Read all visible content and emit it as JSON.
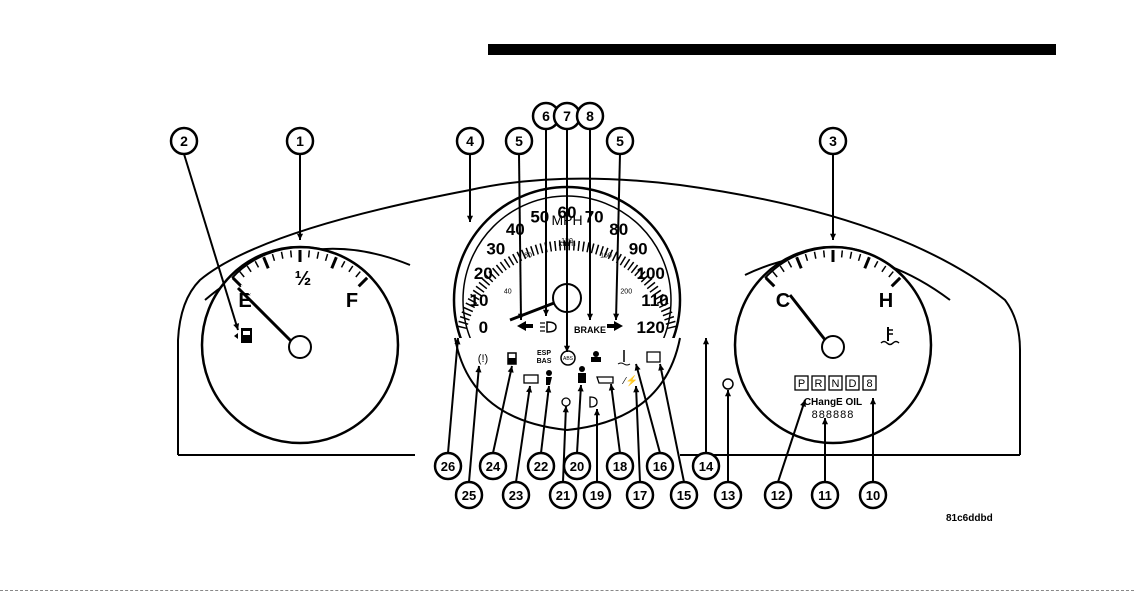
{
  "figure_id": "81c6ddbd",
  "fuel_gauge": {
    "empty_label": "E",
    "half_label": "½",
    "full_label": "F"
  },
  "temp_gauge": {
    "cold_label": "C",
    "hot_label": "H"
  },
  "speedometer": {
    "unit_mph": "MPH",
    "unit_kmh": "km/h",
    "mph_labels": [
      "0",
      "10",
      "20",
      "30",
      "40",
      "50",
      "60",
      "70",
      "80",
      "90",
      "100",
      "110",
      "120"
    ],
    "kmh_labels": [
      "40",
      "80",
      "120",
      "160",
      "200"
    ]
  },
  "indicators": {
    "brake": "BRAKE",
    "esp": "ESP",
    "bas": "BAS",
    "abs": "ABS",
    "seatbelt_warning": "(!)"
  },
  "transmission": {
    "gears": [
      "P",
      "R",
      "N",
      "D",
      "8"
    ],
    "message": "CHangE OIL",
    "odometer": "888888"
  },
  "callouts": [
    "1",
    "2",
    "3",
    "4",
    "5",
    "5",
    "6",
    "7",
    "8",
    "10",
    "11",
    "12",
    "13",
    "14",
    "15",
    "16",
    "17",
    "18",
    "19",
    "20",
    "21",
    "22",
    "23",
    "24",
    "25",
    "26"
  ]
}
